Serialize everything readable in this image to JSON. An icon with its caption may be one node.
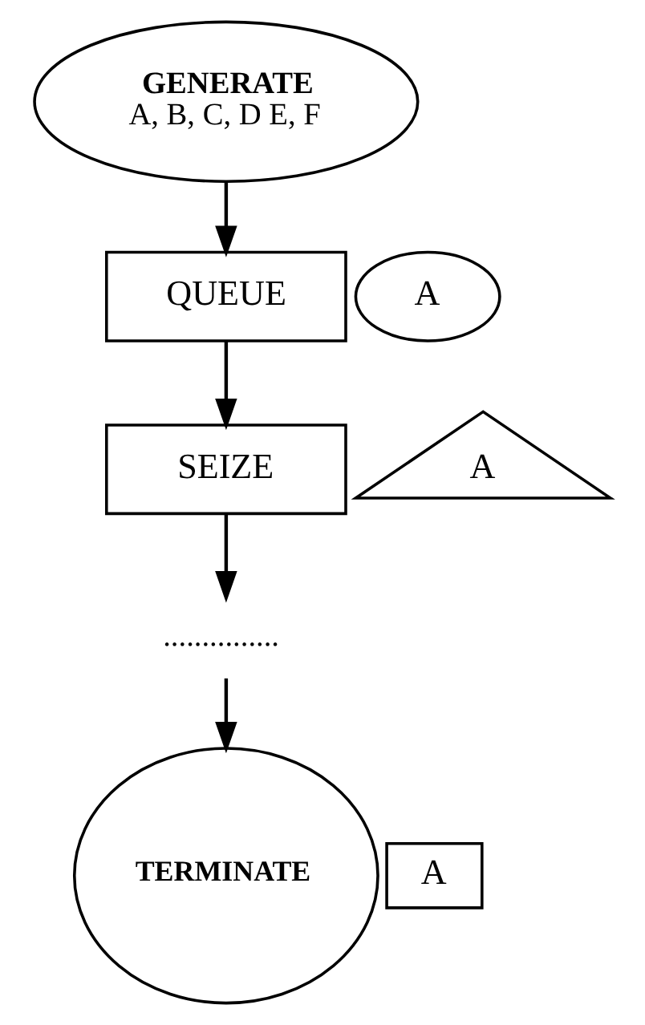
{
  "diagram": {
    "nodes": [
      {
        "text": [
          "GENERATE",
          "A, B, C, D E, F"
        ]
      },
      {
        "text": [
          "QUEUE"
        ]
      },
      {
        "text": [
          "A"
        ]
      },
      {
        "text": [
          "SEIZE"
        ]
      },
      {
        "text": [
          "A"
        ]
      },
      {
        "text": [
          "..............."
        ]
      },
      {
        "text": [
          "TERMINATE"
        ]
      },
      {
        "text": [
          "A"
        ]
      }
    ],
    "edges": [
      {
        "from": 0,
        "to": 1,
        "arrow": "to"
      },
      {
        "from": 1,
        "to": 3,
        "arrow": "to"
      },
      {
        "from": 3,
        "to": 5,
        "arrow": "to"
      },
      {
        "from": 5,
        "to": 6,
        "arrow": "to"
      }
    ]
  }
}
